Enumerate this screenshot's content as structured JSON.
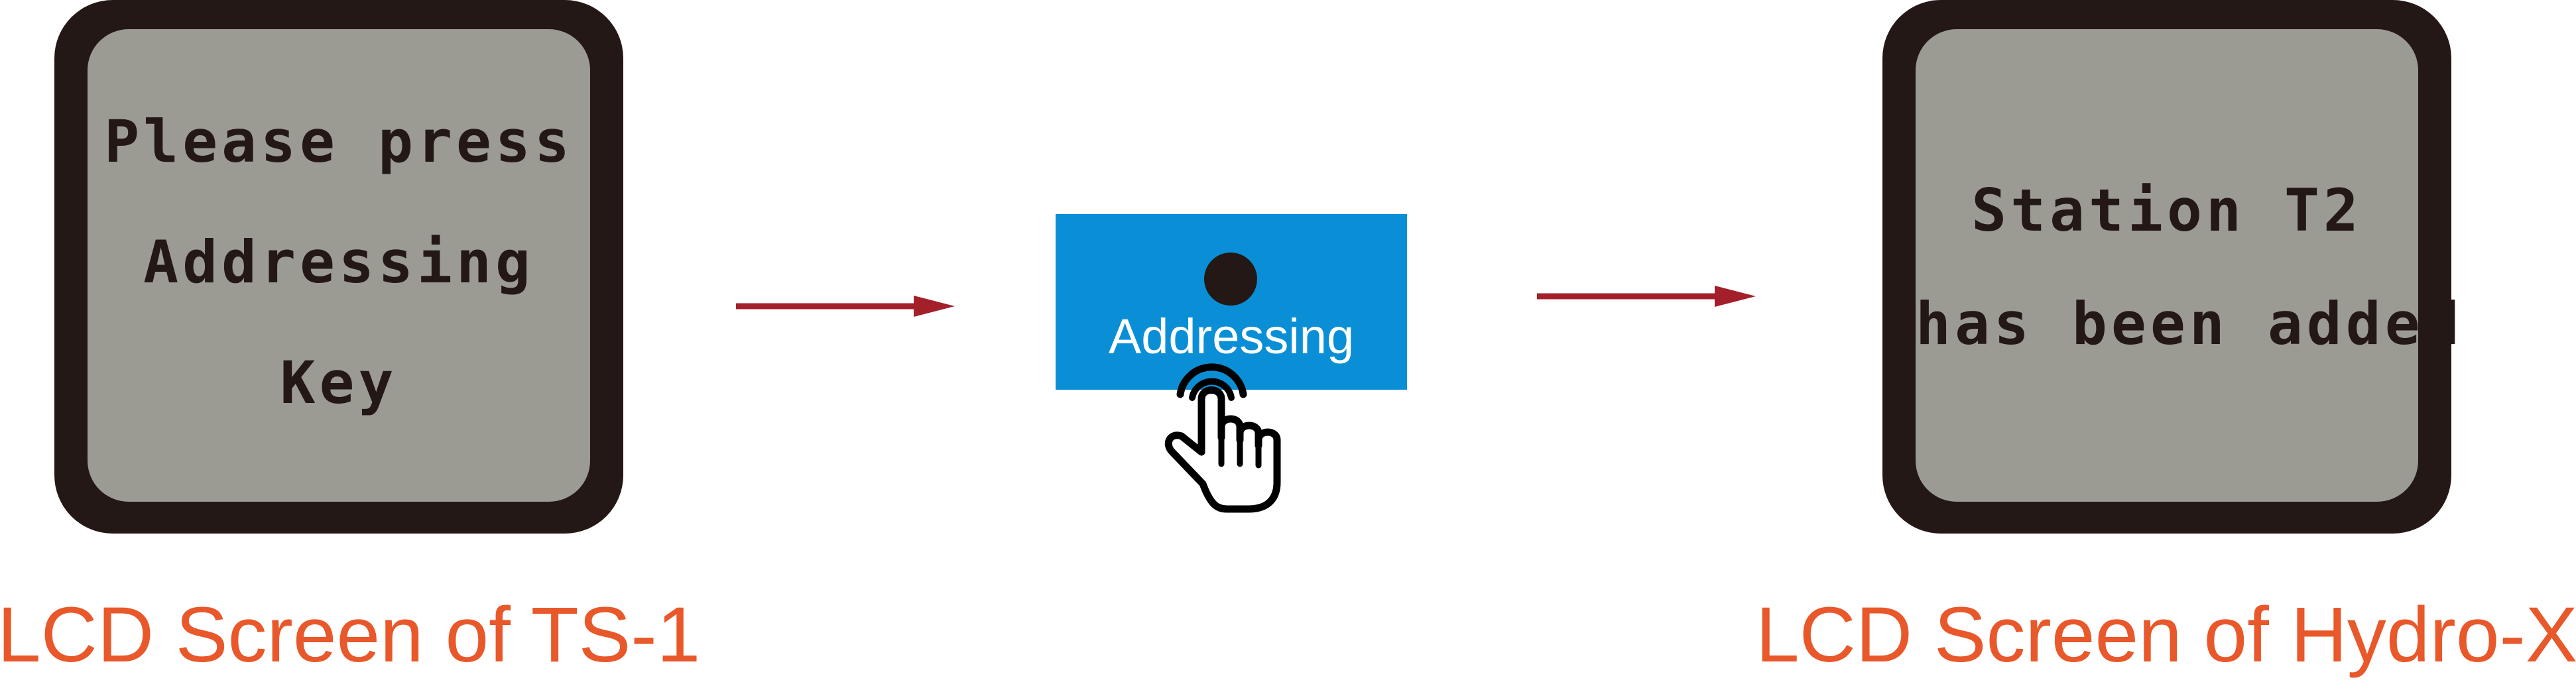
{
  "left_screen": {
    "lines": [
      "Please press",
      "Addressing",
      "Key"
    ]
  },
  "button": {
    "label": "Addressing"
  },
  "right_screen": {
    "lines": [
      "Station T2",
      "has been added"
    ]
  },
  "captions": {
    "left": "LCD Screen of TS-1",
    "right": "LCD Screen of Hydro-X"
  },
  "colors": {
    "frame": "#231815",
    "glass": "#9b9a93",
    "button": "#0a8fd6",
    "arrow": "#a3202b",
    "caption": "#e8582a"
  },
  "icons": {
    "pointer": "hand-pointer-icon",
    "indicator": "led-dot-icon",
    "arrow": "arrow-right-icon"
  }
}
